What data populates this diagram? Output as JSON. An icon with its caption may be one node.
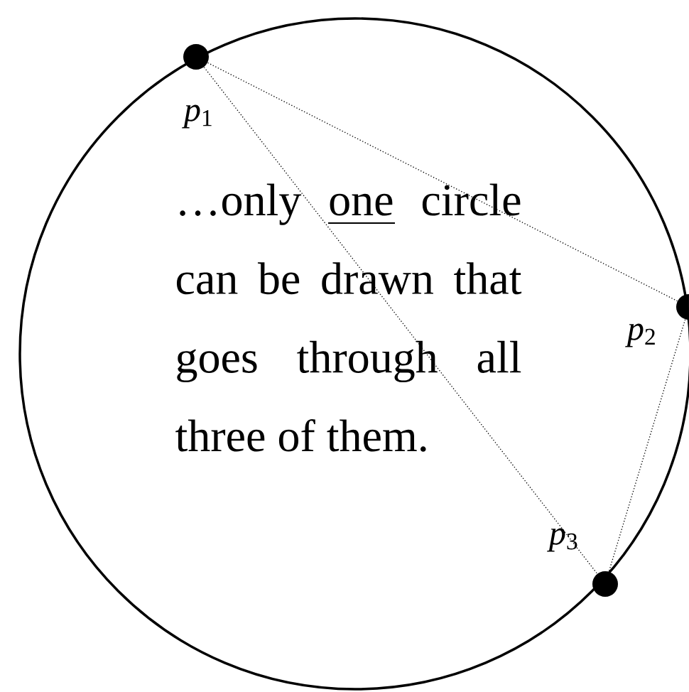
{
  "diagram": {
    "nodes": [
      {
        "text": [],
        "shape": "circle",
        "beside": [
          "*p*$_{1}$"
        ]
      },
      {
        "text": [],
        "shape": "circle",
        "beside": [
          "*p*$_{2}$"
        ]
      },
      {
        "text": [],
        "shape": "circle",
        "beside": [
          "*p*$_{3}$"
        ]
      }
    ],
    "edges": [
      {
        "from": 0,
        "to": 1,
        "arrow": "none"
      },
      {
        "from": 0,
        "to": 2,
        "arrow": "none"
      },
      {
        "from": 1,
        "to": 2,
        "arrow": "none"
      }
    ],
    "labels": [
      "…only one circle can be drawn that goes through all three of them."
    ]
  }
}
